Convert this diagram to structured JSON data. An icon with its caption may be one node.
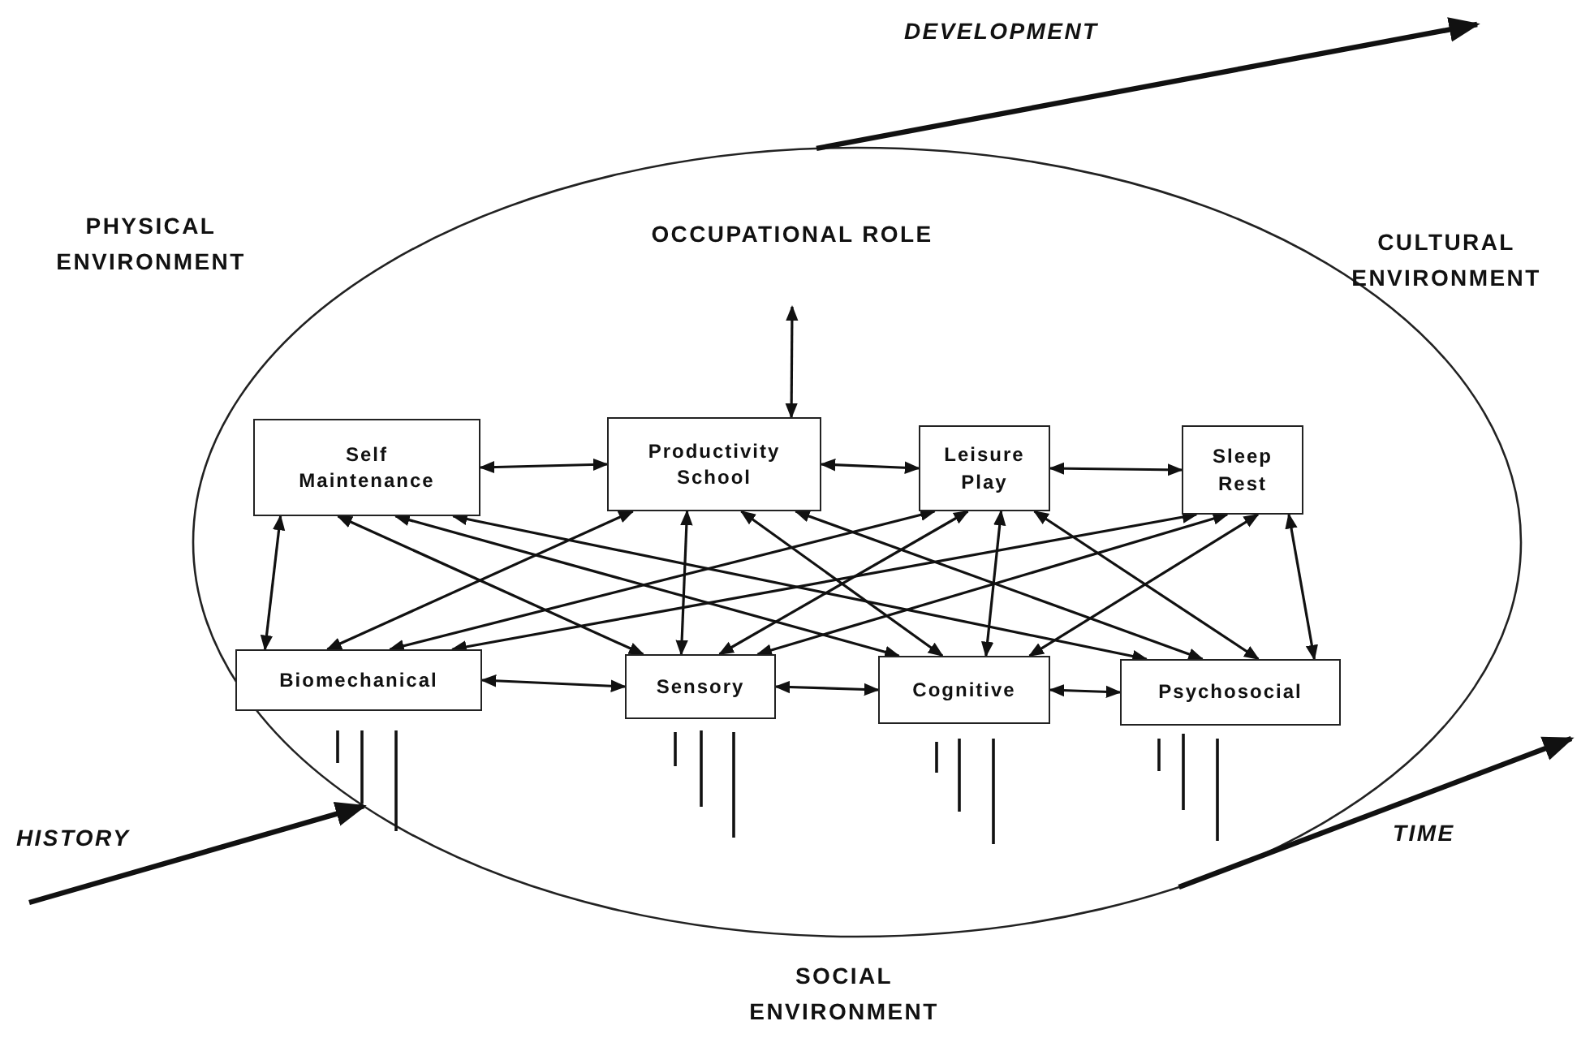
{
  "diagram": {
    "nodes": [
      {
        "text": [],
        "shape": "ellipse"
      },
      {
        "text": [
          "OCCUPATIONAL ROLE"
        ],
        "in": 0
      },
      {
        "text": [
          "Self Maintenance"
        ],
        "in": 0
      },
      {
        "text": [
          "Productivity School"
        ],
        "in": 0
      },
      {
        "text": [
          "Leisure Play"
        ],
        "in": 0
      },
      {
        "text": [
          "Sleep Rest"
        ],
        "in": 0
      },
      {
        "text": [
          "Biomechanical"
        ],
        "in": 0
      },
      {
        "text": [
          "Sensory"
        ],
        "in": 0
      },
      {
        "text": [
          "Cognitive"
        ],
        "in": 0
      },
      {
        "text": [
          "Psychosocial"
        ],
        "in": 0
      }
    ],
    "edges": [
      {
        "from": 0,
        "to": null,
        "arrow": "to",
        "label": "DEVELOPMENT",
        "style": "thick"
      },
      {
        "from": null,
        "to": 0,
        "arrow": "to",
        "label": "HISTORY",
        "style": "thick"
      },
      {
        "from": 0,
        "to": null,
        "arrow": "to",
        "label": "TIME",
        "style": "thick"
      },
      {
        "from": 1,
        "to": 3,
        "arrow": "both"
      },
      {
        "from": 2,
        "to": 3,
        "arrow": "both"
      },
      {
        "from": 3,
        "to": 4,
        "arrow": "both"
      },
      {
        "from": 4,
        "to": 5,
        "arrow": "both"
      },
      {
        "from": 2,
        "to": 6,
        "arrow": "both"
      },
      {
        "from": 3,
        "to": 7,
        "arrow": "both"
      },
      {
        "from": 4,
        "to": 8,
        "arrow": "both"
      },
      {
        "from": 5,
        "to": 9,
        "arrow": "both"
      },
      {
        "from": 6,
        "to": 7,
        "arrow": "both"
      },
      {
        "from": 7,
        "to": 8,
        "arrow": "both"
      },
      {
        "from": 8,
        "to": 9,
        "arrow": "both"
      },
      {
        "from": 2,
        "to": 7,
        "arrow": "both"
      },
      {
        "from": 2,
        "to": 8,
        "arrow": "both"
      },
      {
        "from": 2,
        "to": 9,
        "arrow": "both"
      },
      {
        "from": 3,
        "to": 6,
        "arrow": "both"
      },
      {
        "from": 3,
        "to": 8,
        "arrow": "both"
      },
      {
        "from": 3,
        "to": 9,
        "arrow": "both"
      },
      {
        "from": 4,
        "to": 6,
        "arrow": "both"
      },
      {
        "from": 4,
        "to": 7,
        "arrow": "both"
      },
      {
        "from": 4,
        "to": 9,
        "arrow": "both"
      },
      {
        "from": 5,
        "to": 6,
        "arrow": "both"
      },
      {
        "from": 5,
        "to": 7,
        "arrow": "both"
      },
      {
        "from": 5,
        "to": 8,
        "arrow": "both"
      }
    ],
    "labels": [
      "PHYSICAL ENVIRONMENT",
      "CULTURAL ENVIRONMENT",
      "SOCIAL ENVIRONMENT"
    ]
  }
}
